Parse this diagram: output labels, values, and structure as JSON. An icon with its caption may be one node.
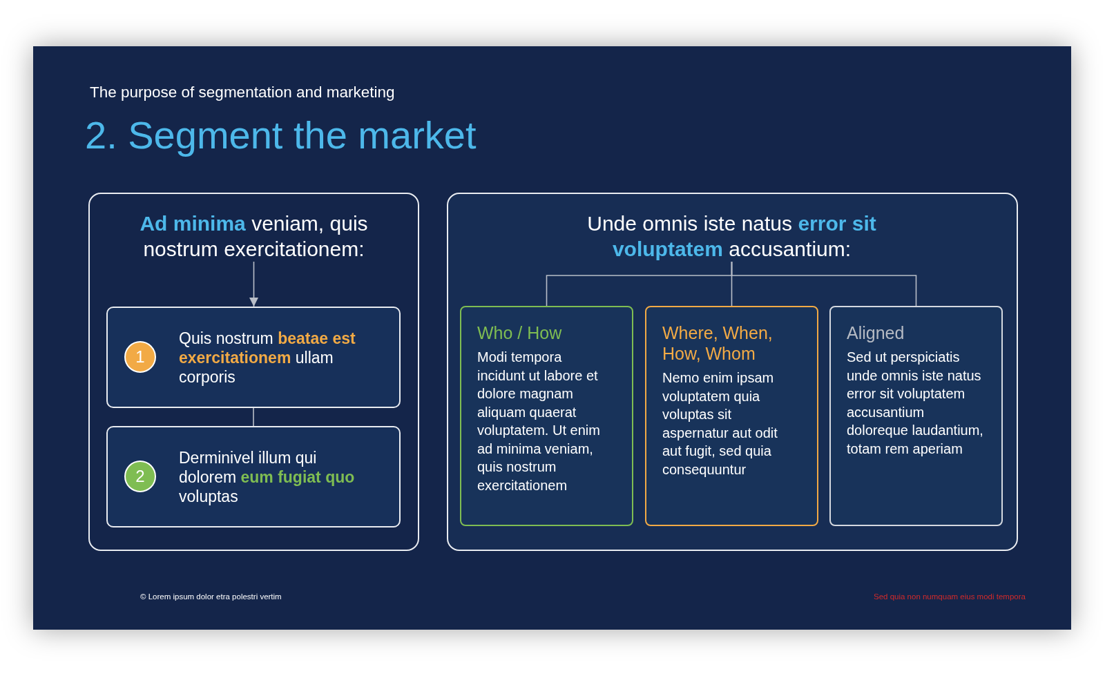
{
  "diagram": {
    "title": "2. Segment the market",
    "nodes": [
      {
        "text": [],
        "shape": "box"
      },
      {
        "text": [
          "**Ad minima** veniam, quis nostrum exercitationem:"
        ],
        "in": 0
      },
      {
        "text": [
          "Quis nostrum **beatae est exercitationem** ullam corporis"
        ],
        "in": 0
      },
      {
        "text": [
          "1"
        ],
        "in": 2
      },
      {
        "text": [
          "Derminivel illum qui dolorem **eum fugiat quo** voluptas"
        ],
        "in": 0
      },
      {
        "text": [
          "2"
        ],
        "in": 4
      },
      {
        "text": [],
        "shape": "box"
      },
      {
        "text": [
          "Unde omnis iste natus **error sit voluptatem** accusantium:"
        ],
        "in": 6
      },
      {
        "text": [
          "Who / How",
          "Modi tempora incidunt ut labore et dolore magnam aliquam quaerat voluptatem. Ut enim ad minima veniam, quis nostrum exercitationem"
        ],
        "in": 6
      },
      {
        "text": [
          "Where, When, How, Whom",
          "Nemo enim ipsam voluptatem quia voluptas sit aspernatur aut odit aut fugit, sed quia consequuntur"
        ],
        "in": 6
      },
      {
        "text": [
          "Aligned",
          "Sed ut perspiciatis unde omnis iste natus error sit voluptatem accusantium doloreque laudantium, totam rem aperiam"
        ],
        "in": 6
      }
    ],
    "edges": [
      {
        "from": 1,
        "to": 2,
        "arrow": "to"
      },
      {
        "from": 2,
        "to": 4,
        "arrow": "none"
      },
      {
        "from": 7,
        "to": 8,
        "arrow": "none"
      },
      {
        "from": 7,
        "to": 9,
        "arrow": "none"
      },
      {
        "from": 7,
        "to": 10,
        "arrow": "none"
      }
    ],
    "labels": [
      "The purpose of segmentation and marketing",
      "© Lorem ipsum dolor etra polestri vertim",
      "Sed quia non numquam eius modi tempora"
    ]
  }
}
